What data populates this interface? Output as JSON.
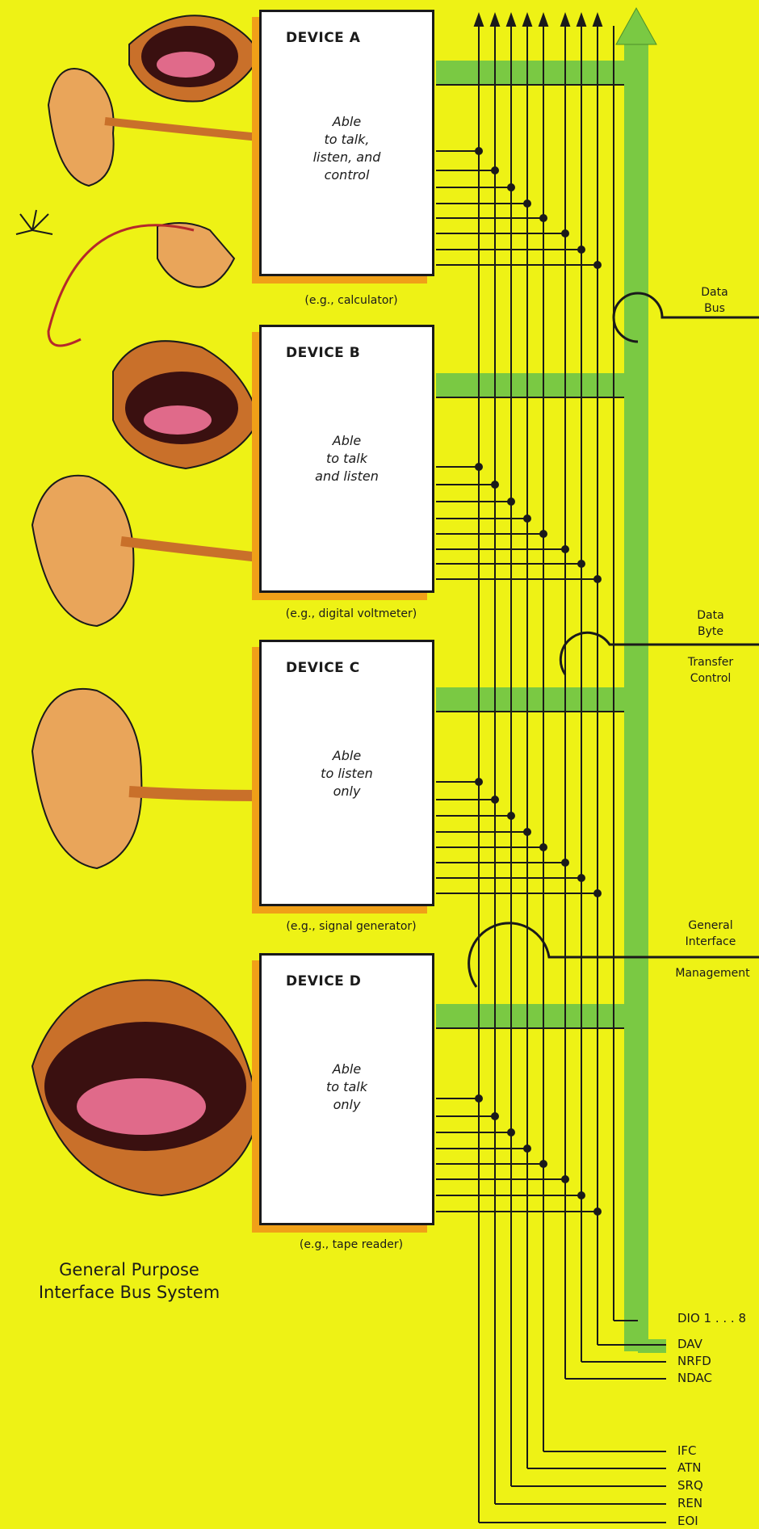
{
  "devices": [
    {
      "title": "DEVICE A",
      "capability": "Able\nto talk,\nlisten, and\ncontrol",
      "example": "(e.g., calculator)"
    },
    {
      "title": "DEVICE B",
      "capability": "Able\nto talk\nand listen",
      "example": "(e.g., digital voltmeter)"
    },
    {
      "title": "DEVICE C",
      "capability": "Able\nto listen\nonly",
      "example": "(e.g., signal generator)"
    },
    {
      "title": "DEVICE D",
      "capability": "Able\nto talk\nonly",
      "example": "(e.g., tape reader)"
    }
  ],
  "bus_groups": {
    "data_bus": "Data\nBus",
    "handshake": "Data\nByte",
    "handshake_2": "Transfer\nControl",
    "management": "General\nInterface",
    "management_2": "Management"
  },
  "signals": {
    "dio": "DIO 1 . . . 8",
    "dav": "DAV",
    "nrfd": "NRFD",
    "ndac": "NDAC",
    "ifc": "IFC",
    "atn": "ATN",
    "srq": "SRQ",
    "ren": "REN",
    "eoi": "EOI"
  },
  "system_title": "General Purpose\nInterface Bus System",
  "colors": {
    "background": "#eef215",
    "bus": "#7ac943",
    "shadow": "#f0a018",
    "skin": "#c9702a",
    "tongue": "#e06a8a"
  }
}
